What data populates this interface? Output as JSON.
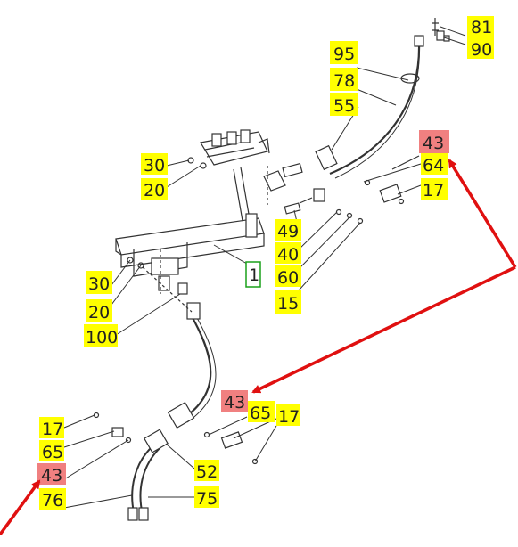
{
  "colors": {
    "label_bg": "#ffff00",
    "highlight_bg": "#f08080",
    "outline_box": "#1aa01a",
    "arrow": "#e01010",
    "line": "#333333"
  },
  "labels": {
    "l81": "81",
    "l90": "90",
    "l95": "95",
    "l78": "78",
    "l55": "55",
    "l43a": "43",
    "l64": "64",
    "l17a": "17",
    "l30a": "30",
    "l20a": "20",
    "l49": "49",
    "l40": "40",
    "l60": "60",
    "l15": "15",
    "l1": "1",
    "l30b": "30",
    "l20b": "20",
    "l100": "100",
    "l43b": "43",
    "l65a": "65",
    "l17b": "17",
    "l17c": "17",
    "l65b": "65",
    "l43c": "43",
    "l76": "76",
    "l52": "52",
    "l75": "75"
  }
}
